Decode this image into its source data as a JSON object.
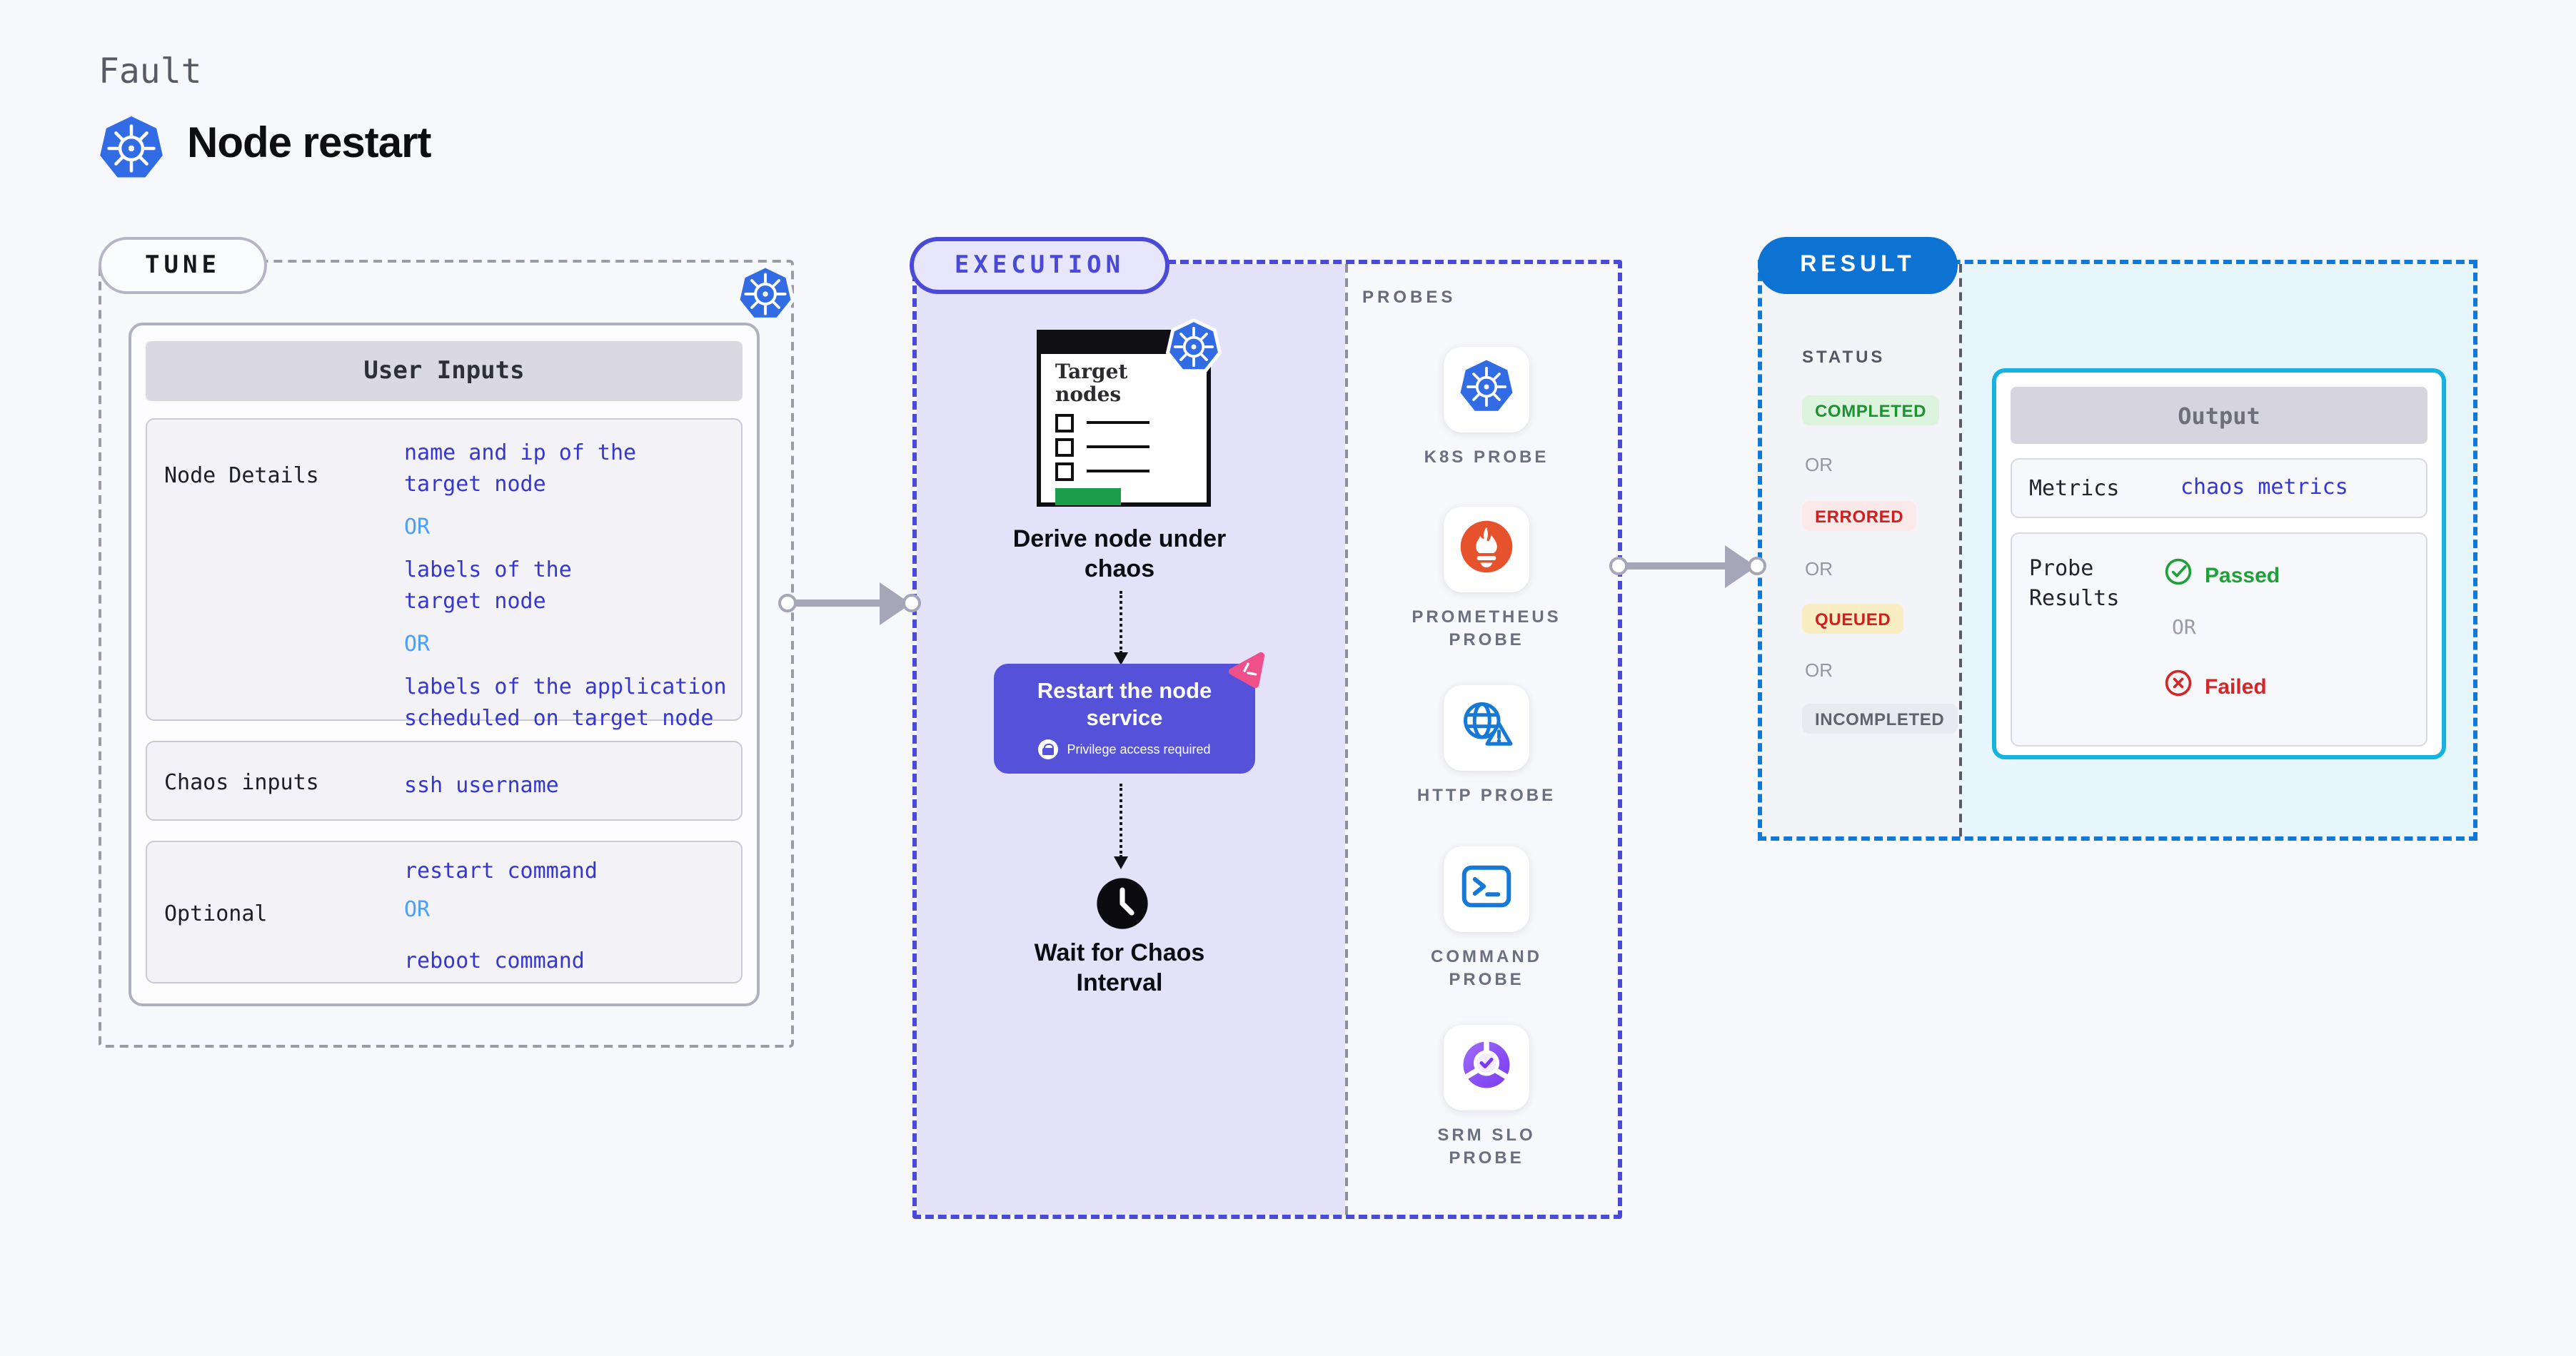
{
  "page": {
    "kind_label": "Fault",
    "title": "Node restart"
  },
  "tune": {
    "pill": "TUNE",
    "card_header": "User Inputs",
    "node_details_label": "Node Details",
    "node_details_value_1": "name and ip of the\ntarget node",
    "node_details_or_1": "OR",
    "node_details_value_2": "labels of the\ntarget node",
    "node_details_or_2": "OR",
    "node_details_value_3": "labels of the application\nscheduled on target node",
    "chaos_inputs_label": "Chaos inputs",
    "chaos_inputs_value": "ssh username",
    "optional_label": "Optional",
    "optional_value_1": "restart command",
    "optional_or": "OR",
    "optional_value_2": "reboot command"
  },
  "execution": {
    "pill": "EXECUTION",
    "target_window_title": "Target\nnodes",
    "derive_caption": "Derive node under\nchaos",
    "restart_title": "Restart the node\nservice",
    "restart_note": "Privilege access required",
    "wait_caption": "Wait for Chaos\nInterval"
  },
  "probes": {
    "heading": "PROBES",
    "items": [
      {
        "label": "K8S PROBE",
        "icon": "kubernetes-icon"
      },
      {
        "label": "PROMETHEUS\nPROBE",
        "icon": "prometheus-icon"
      },
      {
        "label": "HTTP PROBE",
        "icon": "http-globe-warning-icon"
      },
      {
        "label": "COMMAND\nPROBE",
        "icon": "terminal-icon"
      },
      {
        "label": "SRM SLO\nPROBE",
        "icon": "slo-donut-check-icon"
      }
    ]
  },
  "result": {
    "pill": "RESULT",
    "status_heading": "STATUS",
    "status_items": [
      {
        "text": "COMPLETED",
        "style": "green"
      },
      {
        "text": "OR",
        "style": "plain"
      },
      {
        "text": "ERRORED",
        "style": "red"
      },
      {
        "text": "OR",
        "style": "plain"
      },
      {
        "text": "QUEUED",
        "style": "yellow-red"
      },
      {
        "text": "OR",
        "style": "plain"
      },
      {
        "text": "INCOMPLETED",
        "style": "gray"
      }
    ],
    "output_header": "Output",
    "metrics_label": "Metrics",
    "metrics_value": "chaos metrics",
    "probe_results_label": "Probe\nResults",
    "passed": "Passed",
    "or": "OR",
    "failed": "Failed"
  },
  "colors": {
    "kubernetes_blue": "#326ce5",
    "execution_indigo": "#4a4ad8",
    "restart_card_indigo": "#5552d9",
    "result_blue": "#0d73d2",
    "output_border_cyan": "#15b3de",
    "passed_green": "#1fa038",
    "failed_red": "#d32626",
    "prometheus_orange": "#e6522c",
    "probe_icon_blue": "#1779d6",
    "srm_purple": "#7a3bf0",
    "chaos_pink": "#ef5089",
    "value_text_blue": "#3636d0",
    "or_light_blue": "#4d9ff5"
  }
}
